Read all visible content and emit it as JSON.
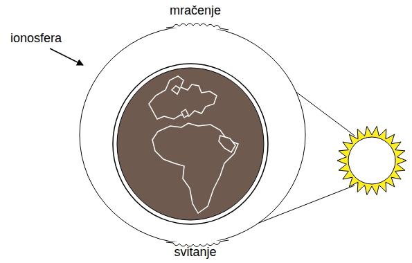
{
  "diagram": {
    "labels": [
      "ionosfera",
      "mračenje",
      "svitanje"
    ]
  }
}
